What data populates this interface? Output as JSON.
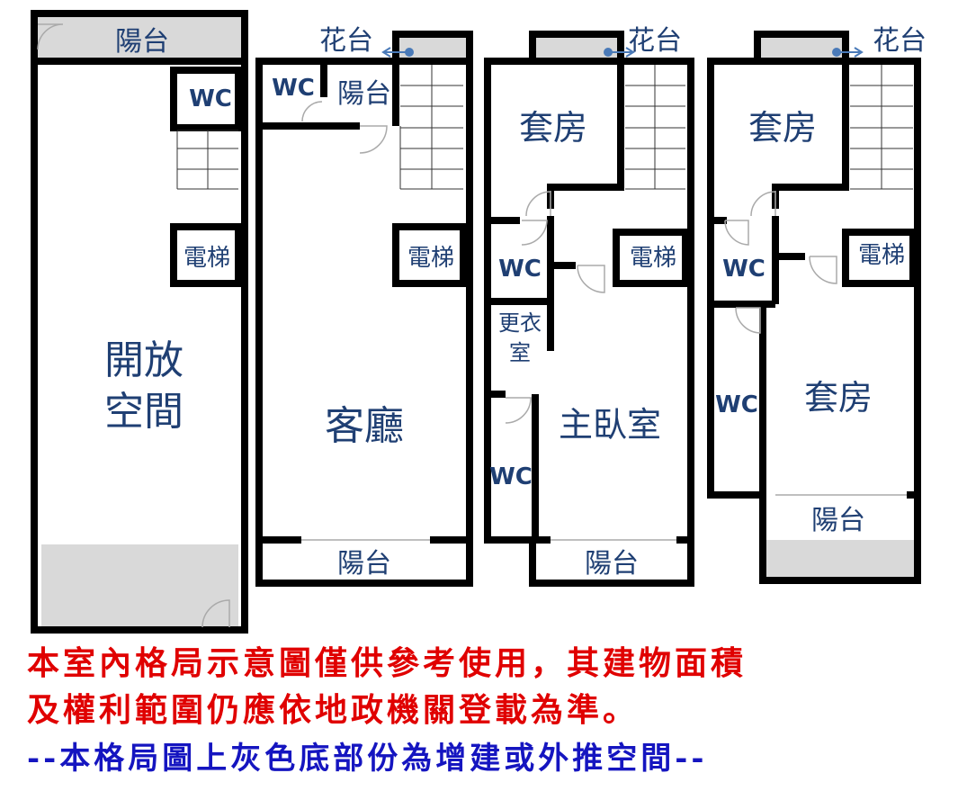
{
  "plans": [
    {
      "balcony_top": "陽台",
      "wc": "WC",
      "elevator": "電梯",
      "main_line1": "開放",
      "main_line2": "空間"
    },
    {
      "flower_bed": "花台",
      "wc": "WC",
      "balcony_top": "陽台",
      "elevator": "電梯",
      "main": "客廳",
      "balcony_bottom": "陽台"
    },
    {
      "flower_bed": "花台",
      "suite": "套房",
      "wc1": "WC",
      "elevator": "電梯",
      "closet_line1": "更衣",
      "closet_line2": "室",
      "master": "主臥室",
      "wc2": "WC",
      "balcony_bottom": "陽台"
    },
    {
      "flower_bed": "花台",
      "suite1": "套房",
      "wc1": "WC",
      "elevator": "電梯",
      "wc2": "WC",
      "suite2": "套房",
      "balcony_bottom": "陽台"
    }
  ],
  "notes": {
    "line1": "本室內格局示意圖僅供參考使用，其建物面積",
    "line2": "及權利範圍仍應依地政機關登載為準。",
    "line3": "--本格局圖上灰色底部份為增建或外推空間--"
  },
  "colors": {
    "label": "#1f3f73",
    "disclaimer": "#e00000",
    "note": "#1515c0",
    "extension_fill": "#d9d9d9"
  }
}
